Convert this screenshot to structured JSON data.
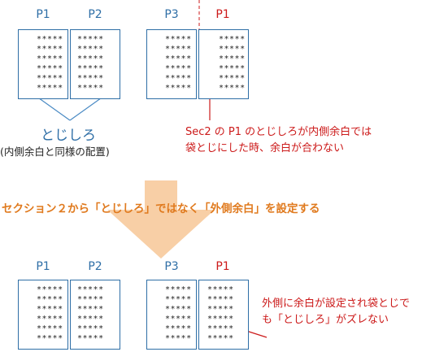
{
  "top": {
    "left_pages": {
      "label_a": "P1",
      "label_b": "P2"
    },
    "right_pages": {
      "label_a": "P3",
      "label_b": "P1"
    },
    "gutter_label": "とじしろ",
    "gutter_sub": "(内側余白と同様の配置)",
    "note_line1": "Sec2 の P1 のとじしろが内側余白では",
    "note_line2": "袋とじにした時、余白が合わない"
  },
  "banner": "セクション２から「とじしろ」ではなく「外側余白」を設定する",
  "bottom": {
    "left_pages": {
      "label_a": "P1",
      "label_b": "P2"
    },
    "right_pages": {
      "label_a": "P3",
      "label_b": "P1"
    },
    "note_line1": "外側に余白が設定され袋とじで",
    "note_line2": "も「とじしろ」がズレない"
  },
  "stars_line": "*****",
  "colors": {
    "blue": "#2e6ea6",
    "red": "#cc1a1a",
    "orange": "#e07a1e",
    "arrow": "#f8cfa6"
  }
}
